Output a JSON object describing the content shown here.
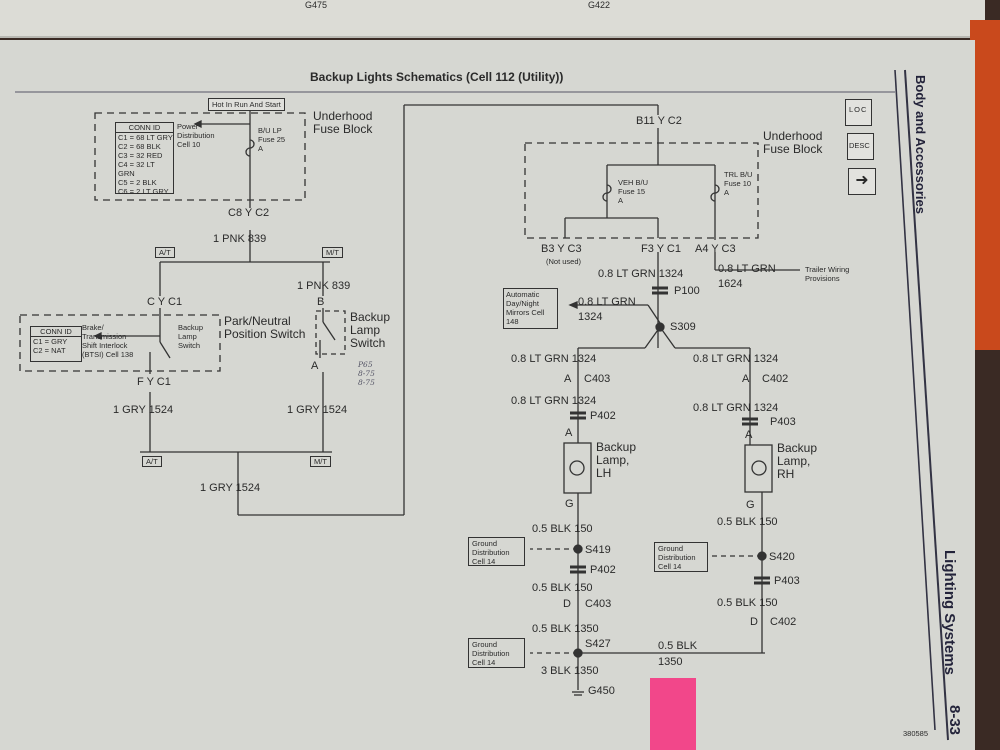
{
  "prev_page": {
    "grounds": [
      "G475",
      "G422"
    ]
  },
  "title": "Backup Lights Schematics (Cell 112 (Utility))",
  "side_tab": {
    "section": "Body and Accessories",
    "chapter": "Lighting Systems",
    "page": "8-33",
    "figure_id": "380585"
  },
  "nav_icons": {
    "loc": "LOC",
    "desc": "DESC",
    "next": "next-arrow"
  },
  "left_fuse_block": {
    "hot_label": "Hot In Run And Start",
    "name": "Underhood Fuse Block",
    "conn_id_title": "CONN ID",
    "conn_ids": [
      "C1 = 68 LT GRY",
      "C2 = 68 BLK",
      "C3 = 32 RED",
      "C4 = 32 LT GRN",
      "C5 = 2 BLK",
      "C6 = 2 LT GRY"
    ],
    "power_dist": "Power Distribution Cell 10",
    "fuse": "B/U LP Fuse 25 A",
    "connector": "C8 Y C2",
    "wire": "1 PNK  839"
  },
  "trans_labels": {
    "at": "A/T",
    "mt": "M/T"
  },
  "pnp_switch": {
    "connector_top": "C Y C1",
    "conn_id_title": "CONN ID",
    "conn_ids": [
      "C1 = GRY",
      "C2 = NAT"
    ],
    "btsi": "Brake/ Transmission Shift Interlock (BTSI) Cell 138",
    "switch_label": "Backup Lamp Switch",
    "name": "Park/Neutral Position Switch",
    "connector_bottom": "F Y C1",
    "wire": "1 GRY  1524"
  },
  "mt_switch": {
    "wire_top": "1 PNK  839",
    "pin_top": "B",
    "name": "Backup Lamp Switch",
    "pin_bottom": "A",
    "handwritten": "P65 8-75 8-75",
    "wire": "1 GRY  1524"
  },
  "bus_wire": "1 GRY  1524",
  "right_fuse_block": {
    "connector_top": "B11 Y C2",
    "name": "Underhood Fuse Block",
    "fuse_veh": "VEH B/U Fuse 15 A",
    "fuse_trl": "TRL B/U Fuse 10 A",
    "out_b3": "B3 Y C3",
    "not_used": "(Not used)",
    "out_f3": "F3 Y C1",
    "out_a4": "A4 Y C3",
    "wire_f3": "0.8 LT GRN  1324",
    "wire_a4_color": "0.8 LT GRN",
    "wire_a4_circuit": "1624",
    "trailer": "Trailer Wiring Provisions",
    "p100": "P100",
    "mirrors": "Automatic Day/Night Mirrors Cell 148",
    "mirror_wire_color": "0.8 LT GRN",
    "mirror_wire_circuit": "1324",
    "s309": "S309"
  },
  "lh": {
    "wire1": "0.8 LT GRN  1324",
    "pin_a": "A",
    "conn": "C403",
    "wire2": "0.8 LT GRN  1324",
    "p": "P402",
    "lamp_pin": "A",
    "lamp": "Backup Lamp, LH",
    "g": "G",
    "wire3": "0.5 BLK  150",
    "ground": "Ground Distribution Cell 14",
    "splice": "S419",
    "p2": "P402",
    "wire4": "0.5 BLK  150",
    "pin_d": "D",
    "conn2": "C403",
    "wire5": "0.5 BLK  1350",
    "splice2": "S427",
    "ground2": "Ground Distribution Cell 14",
    "wire6": "3 BLK  1350",
    "gnd": "G450"
  },
  "rh": {
    "wire1": "0.8 LT GRN  1324",
    "pin_a": "A",
    "conn": "C402",
    "wire2": "0.8 LT GRN  1324",
    "p": "P403",
    "lamp_pin": "A",
    "lamp": "Backup Lamp, RH",
    "g": "G",
    "wire3": "0.5 BLK  150",
    "ground": "Ground Distribution Cell 14",
    "splice": "S420",
    "p2": "P403",
    "wire4": "0.5 BLK  150",
    "pin_d": "D",
    "conn2": "C402",
    "jumper_color": "0.5 BLK",
    "jumper_circuit": "1350"
  }
}
